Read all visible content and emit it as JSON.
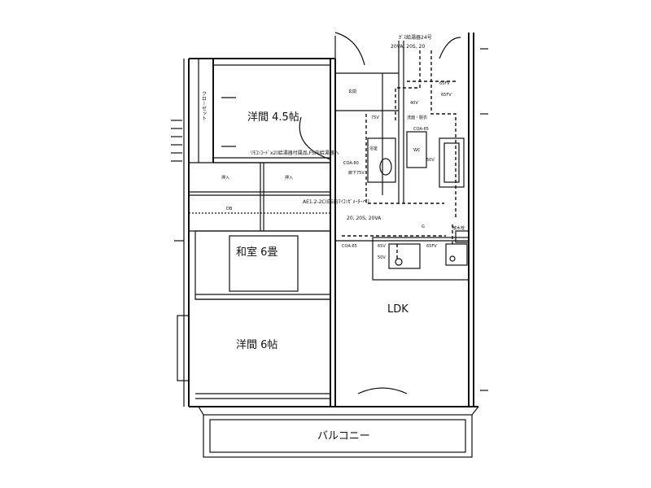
{
  "rooms": {
    "western_45": "洋間 4.5帖",
    "washitsu": "和室 6畳",
    "western_6": "洋間 6帖",
    "ldk": "LDK",
    "balcony": "バルコニー",
    "closet": "クローゼット",
    "oshiire_1": "押入",
    "oshiire_2": "押入",
    "genkan": "玄関",
    "senmen": "洗面・脱衣",
    "yokushitsu": "浴室",
    "wc": "WC"
  },
  "annotations": {
    "gas_heater": "ｶﾞｽ給湯器24号",
    "line_top": "20VA, 20S, 20",
    "remote": "ﾘﾓｺﾝｺｰﾄﾞx2(給湯器付属品,FS内給湯器へ",
    "ae_line": "AE1.2-2C(ES内ﾏｲｺﾝｶﾞﾒｰﾀｰへ)",
    "line_mid": "20, 20S, 20VA",
    "v65_a": "65FV",
    "v40": "40V",
    "v75_a": "75V",
    "v75_b": "75V",
    "v50_a": "50V",
    "v50_b": "50V",
    "v65_b": "65V",
    "v65_c": "65FV",
    "v65_d": "65FV",
    "coa65_a": "COA-65",
    "coa65_b": "COA-65",
    "coa80": "COA-80",
    "rouka": "廊下",
    "g_mark": "G",
    "db_mark": "DB",
    "sensui": "散水栓"
  }
}
